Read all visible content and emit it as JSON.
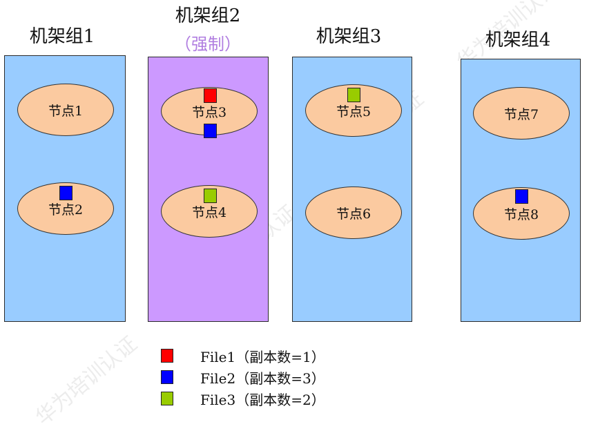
{
  "racks": [
    {
      "title": "机架组1",
      "subtitle": "",
      "color": "#99ccff",
      "nodes": [
        {
          "label": "节点1"
        },
        {
          "label": "节点2"
        }
      ]
    },
    {
      "title": "机架组2",
      "subtitle": "（强制）",
      "color": "#cc99ff",
      "nodes": [
        {
          "label": "节点3"
        },
        {
          "label": "节点4"
        }
      ]
    },
    {
      "title": "机架组3",
      "subtitle": "",
      "color": "#99ccff",
      "nodes": [
        {
          "label": "节点5"
        },
        {
          "label": "节点6"
        }
      ]
    },
    {
      "title": "机架组4",
      "subtitle": "",
      "color": "#99ccff",
      "nodes": [
        {
          "label": "节点7"
        },
        {
          "label": "节点8"
        }
      ]
    }
  ],
  "files": [
    {
      "label": "File1（副本数=1）",
      "color": "#ff0000",
      "replicas": 1
    },
    {
      "label": "File2（副本数=3）",
      "color": "#0000ff",
      "replicas": 3
    },
    {
      "label": "File3（副本数=2）",
      "color": "#99cc00",
      "replicas": 2
    }
  ],
  "watermark": "华为培训认证"
}
